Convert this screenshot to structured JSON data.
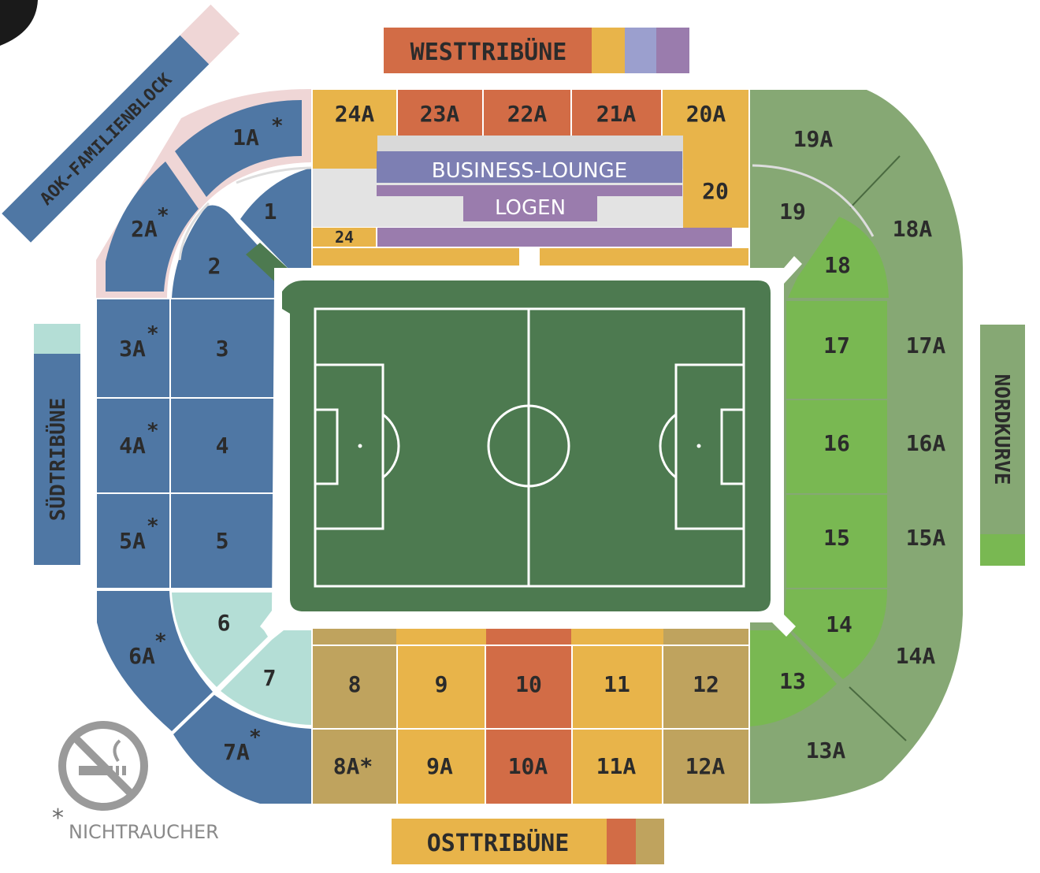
{
  "colors": {
    "blue": "#4f77a4",
    "blue_dark": "#46699a",
    "mint": "#b4ded6",
    "pink": "#efd6d6",
    "yellow": "#e8b44a",
    "orange": "#d26c46",
    "khaki": "#bfa35e",
    "sage": "#86a874",
    "green": "#79b852",
    "purple": "#7d7fb3",
    "lilac": "#9a7cad",
    "lavender": "#9b9fce",
    "pitch": "#4d7a50",
    "corridor": "#d9d9d9"
  },
  "tribunes": {
    "west": "WESTTRIBÜNE",
    "ost": "OSTTRIBÜNE",
    "sued": "SÜDTRIBÜNE",
    "nord": "NORDKURVE",
    "familie": "AOK-FAMILIENBLOCK"
  },
  "lounge": {
    "business": "BUSINESS-LOUNGE",
    "logen": "LOGEN"
  },
  "legend": {
    "star": "*",
    "nichtraucher": "NICHTRAUCHER",
    "icon": "no-smoking-icon"
  },
  "sections": {
    "s24A": "24A",
    "s23A": "23A",
    "s22A": "22A",
    "s21A": "21A",
    "s20A": "20A",
    "s20": "20",
    "s24": "24",
    "s1A": "1A",
    "s2A": "2A",
    "s1": "1",
    "s2": "2",
    "s3A": "3A",
    "s3": "3",
    "s4A": "4A",
    "s4": "4",
    "s5A": "5A",
    "s5": "5",
    "s6": "6",
    "s6A": "6A",
    "s7": "7",
    "s7A": "7A",
    "s8": "8",
    "s9": "9",
    "s10": "10",
    "s11": "11",
    "s12": "12",
    "s8A": "8A*",
    "s9A": "9A",
    "s10A": "10A",
    "s11A": "11A",
    "s12A": "12A",
    "s13": "13",
    "s13A": "13A",
    "s14": "14",
    "s14A": "14A",
    "s15": "15",
    "s15A": "15A",
    "s16": "16",
    "s16A": "16A",
    "s17": "17",
    "s17A": "17A",
    "s18": "18",
    "s18A": "18A",
    "s19": "19",
    "s19A": "19A"
  }
}
